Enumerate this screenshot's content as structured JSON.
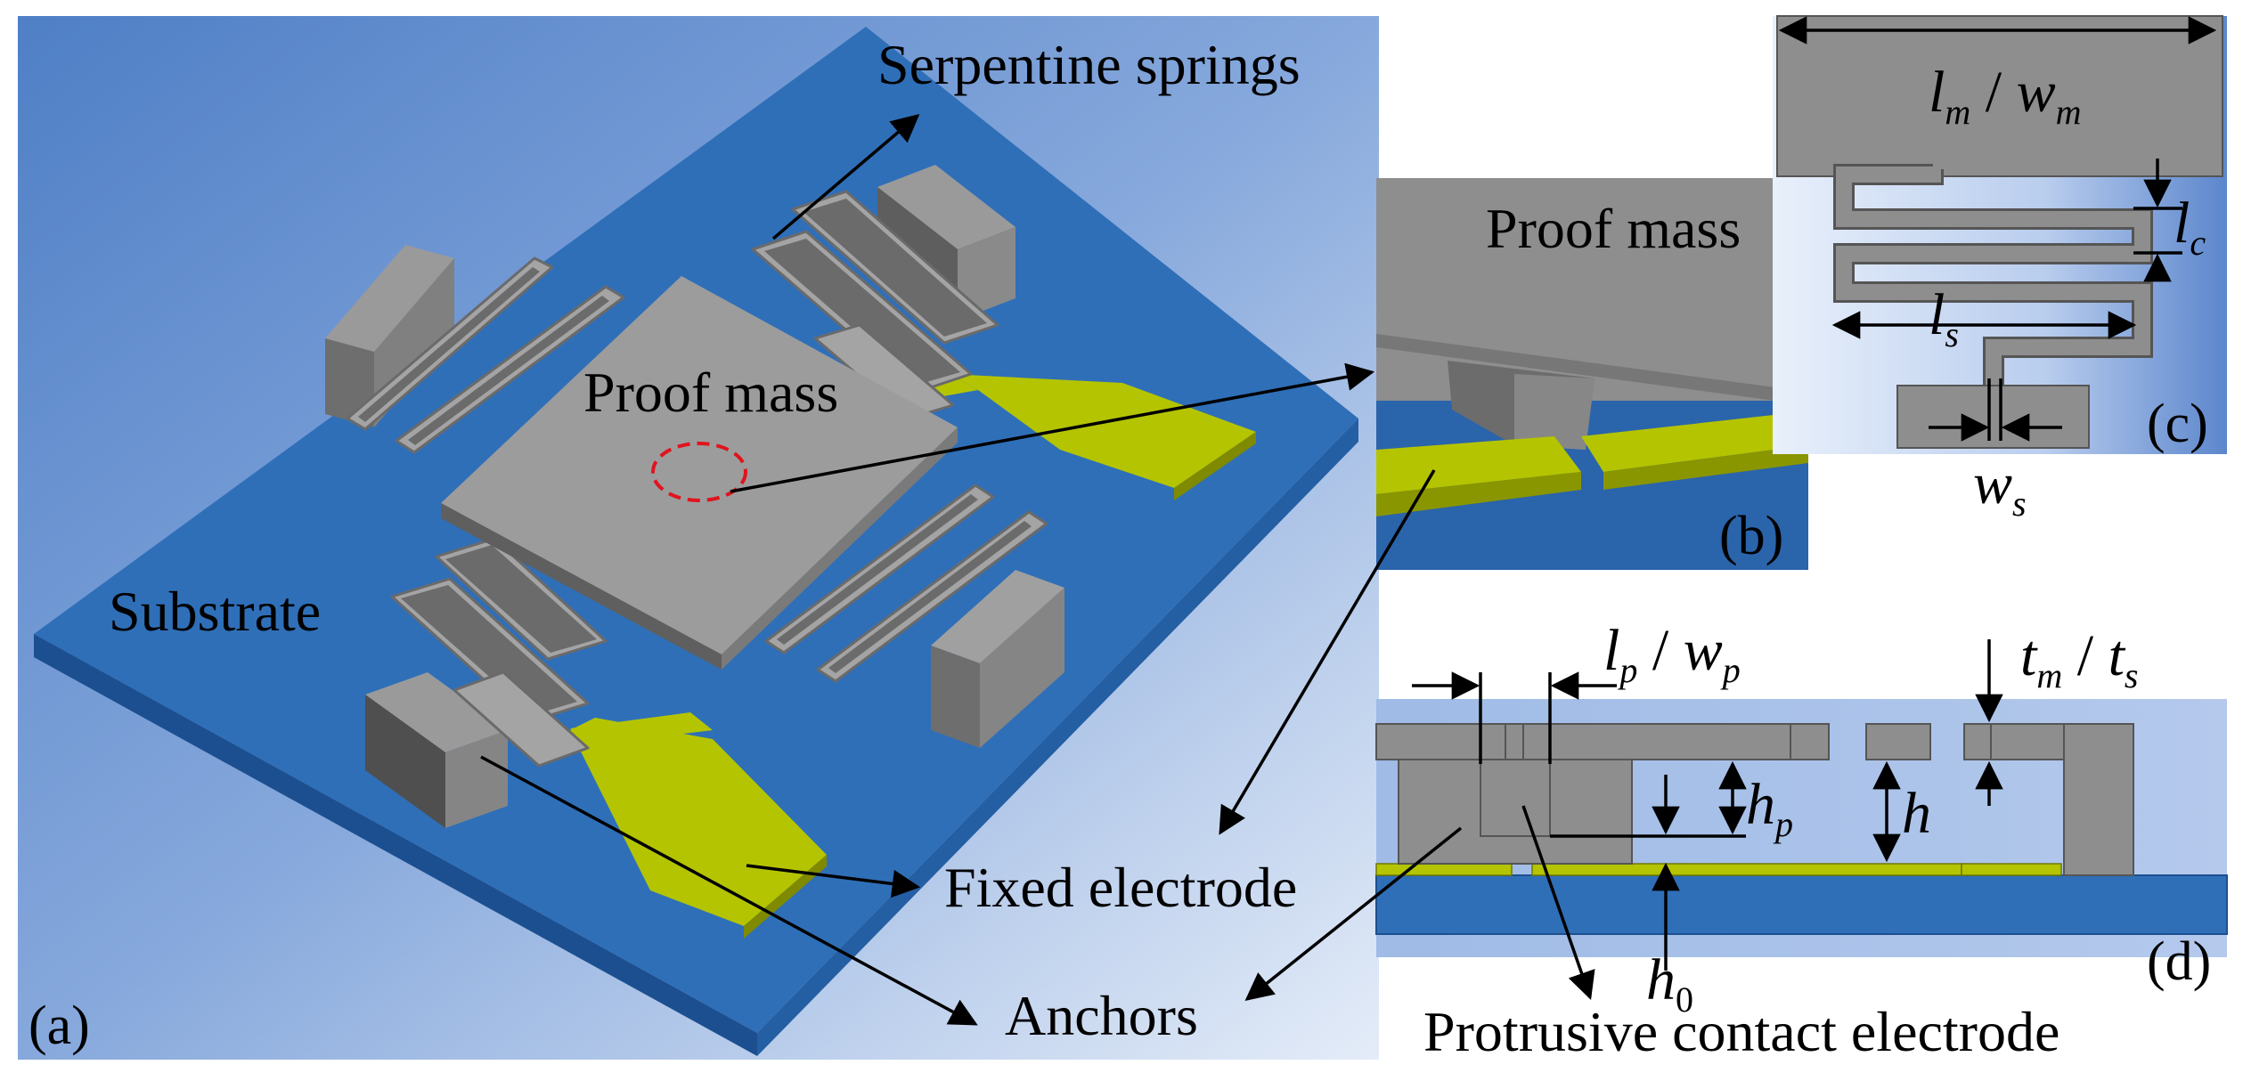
{
  "panels": {
    "a": {
      "tag": "(a)",
      "labels": {
        "serpentine_springs": "Serpentine springs",
        "proof_mass": "Proof mass",
        "substrate": "Substrate",
        "fixed_electrode": "Fixed electrode",
        "anchors": "Anchors"
      }
    },
    "b": {
      "tag": "(b)",
      "labels": {
        "proof_mass": "Proof mass"
      }
    },
    "c": {
      "tag": "(c)",
      "dims": {
        "lm_main": "l",
        "lm_sub": "m",
        "sep1": " / ",
        "wm_main": "w",
        "wm_sub": "m",
        "lc_main": "l",
        "lc_sub": "c",
        "ls_main": "l",
        "ls_sub": "s",
        "ws_main": "w",
        "ws_sub": "s"
      }
    },
    "d": {
      "tag": "(d)",
      "dims": {
        "lp_main": "l",
        "lp_sub": "p",
        "sep2": " / ",
        "wp_main": "w",
        "wp_sub": "p",
        "tm_main": "t",
        "tm_sub": "m",
        "sep3": " / ",
        "ts_main": "t",
        "ts_sub": "s",
        "hp_main": "h",
        "hp_sub": "p",
        "h_main": "h",
        "h0_main": "h",
        "h0_sub": "0"
      },
      "labels": {
        "protrusive": "Protrusive contact electrode"
      }
    }
  },
  "colors": {
    "substrate_blue": "#2f6fb8",
    "structure_gray": "#8c8c8c",
    "electrode_green": "#b4c400",
    "highlight_red": "#e0141e"
  }
}
